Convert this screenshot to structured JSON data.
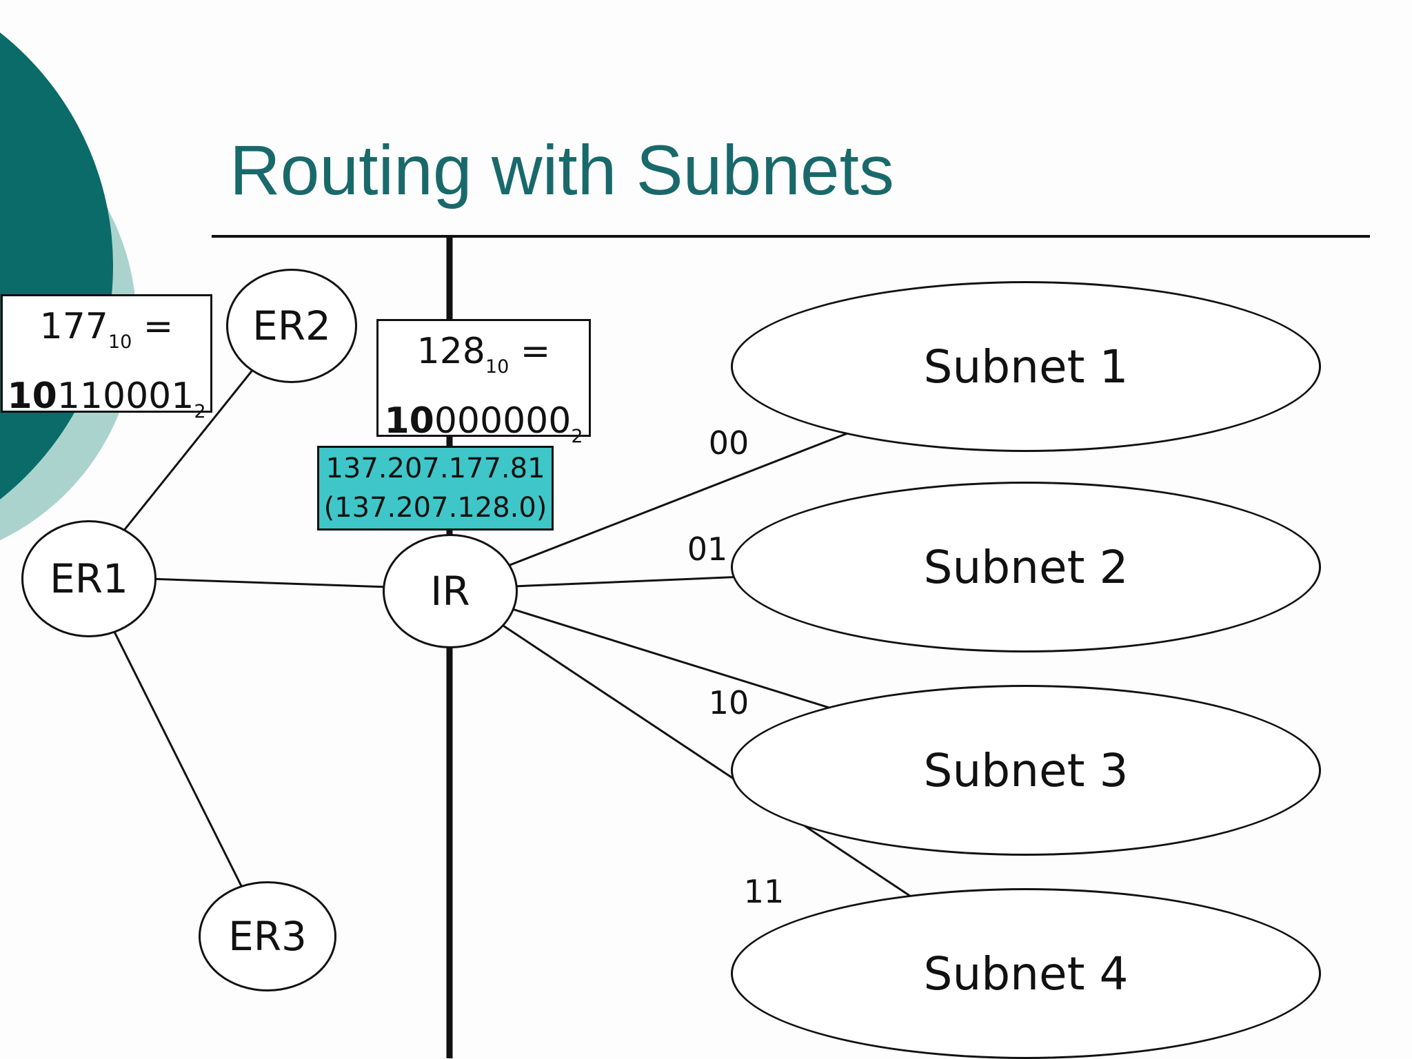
{
  "slide": {
    "title": "Routing with Subnets"
  },
  "colors": {
    "title_teal": "#19696b",
    "dark_corner_circle": "#0a6b68",
    "light_corner_circle": "#abd3cd",
    "highlight_teal": "#3fc6c8",
    "line_black": "#111111"
  },
  "binary_notes": [
    {
      "decimal": "177",
      "decimal_base": "10",
      "equals": " = ",
      "binary_prefix_bold": "10",
      "binary_rest": "110001",
      "binary_base": "2"
    },
    {
      "decimal": "128",
      "decimal_base": "10",
      "equals": " = ",
      "binary_prefix_bold": "10",
      "binary_rest": "000000",
      "binary_base": "2"
    }
  ],
  "ip_label": {
    "address": "137.207.177.81",
    "network": "(137.207.128.0)"
  },
  "routers": [
    {
      "label": "ER2"
    },
    {
      "label": "ER1"
    },
    {
      "label": "IR"
    },
    {
      "label": "ER3"
    }
  ],
  "subnets": [
    {
      "label": "Subnet 1",
      "branch": "00"
    },
    {
      "label": "Subnet 2",
      "branch": "01"
    },
    {
      "label": "Subnet 3",
      "branch": "10"
    },
    {
      "label": "Subnet 4",
      "branch": "11"
    }
  ]
}
